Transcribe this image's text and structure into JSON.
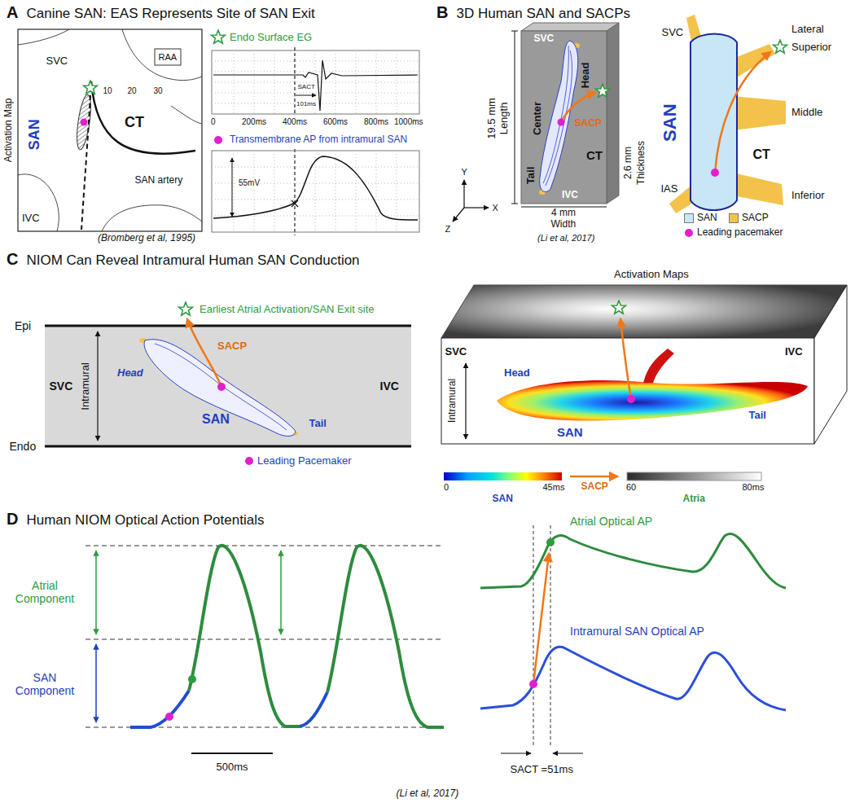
{
  "diagram": {
    "nodes": [
      {
        "text": [
          "A",
          "Canine SAN: EAS Represents Site of SAN Exit"
        ]
      },
      {
        "text": [
          "B",
          "3D Human SAN and SACPs"
        ]
      },
      {
        "text": [
          "C",
          "NIOM Can Reveal Intramural Human SAN Conduction"
        ]
      },
      {
        "text": [
          "D",
          "Human NIOM Optical Action Potentials"
        ]
      }
    ],
    "labels": [
      "Activation Map",
      "SVC",
      "RAA",
      "10",
      "20",
      "30",
      "SAN",
      "CT",
      "SAN artery",
      "IVC",
      "Endo Surface EG",
      "SACT",
      "101ms",
      "0",
      "200ms",
      "400ms",
      "600ms",
      "800ms",
      "1000ms",
      "Transmembrane AP from intramural SAN",
      "55mV",
      "(Bromberg et al, 1995)",
      "19.5 mm",
      "Length",
      "SVC",
      "Head",
      "SACP",
      "Center",
      "CT",
      "Tail",
      "IVC",
      "4 mm",
      "Width",
      "2.6 mm",
      "Thickness",
      "Y",
      "X",
      "Z",
      "SVC",
      "Lateral",
      "Superior",
      "SAN",
      "Middle",
      "CT",
      "IAS",
      "Inferior",
      "(Li et al, 2017)",
      "Epi",
      "Earliest Atrial Activation/SAN Exit site",
      "SACP",
      "Head",
      "Intramural",
      "SVC",
      "IVC",
      "SAN",
      "Tail",
      "Endo",
      "Leading Pacemaker",
      "Activation Maps",
      "SVC",
      "IVC",
      "Intramural",
      "Head",
      "SAN",
      "Tail",
      "0",
      "45ms",
      "SAN",
      "SACP",
      "60",
      "80ms",
      "Atria",
      "Atrial Component",
      "SAN Component",
      "500ms",
      "Atrial Optical AP",
      "Intramural SAN Optical AP",
      "SACT =51ms",
      "(Li et al, 2017)"
    ],
    "legend": [
      {
        "text": "SAN",
        "color": "#c9e6f7"
      },
      {
        "text": "SACP",
        "color": "#f4c24a"
      },
      {
        "text": "Leading pacemaker",
        "color": "#e21fd0"
      }
    ]
  }
}
